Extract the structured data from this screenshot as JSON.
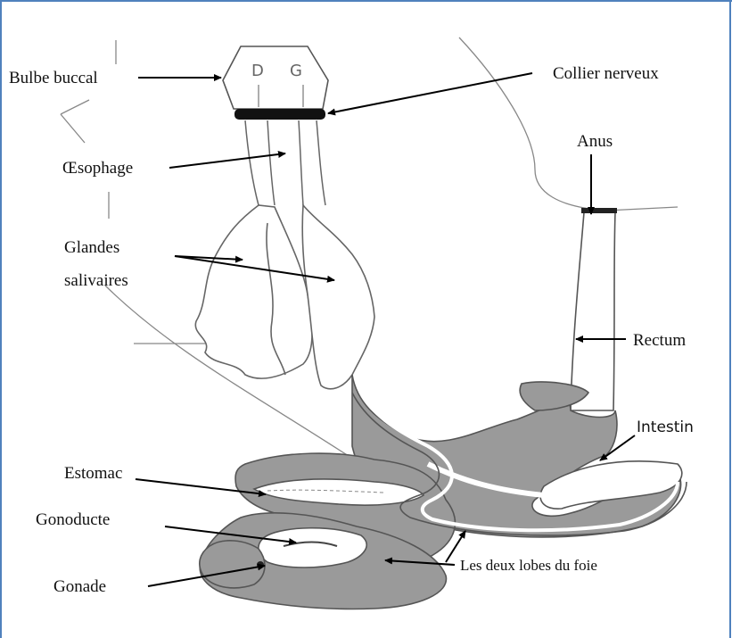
{
  "labels": {
    "bulbe_buccal": "Bulbe  buccal",
    "collier_nerveux": "Collier nerveux",
    "anus": "Anus",
    "oesophage": "Œsophage",
    "glandes": "Glandes",
    "salivaires": "salivaires",
    "rectum": "Rectum",
    "intestin": "Intestin",
    "estomac": "Estomac",
    "gonoducte": "Gonoducte",
    "gonade": "Gonade",
    "lobes_foie": "Les deux lobes du foie"
  },
  "colors": {
    "frame_border": "#4f81bd",
    "organ_fill": "#9a9a9a",
    "outline": "#555555"
  }
}
